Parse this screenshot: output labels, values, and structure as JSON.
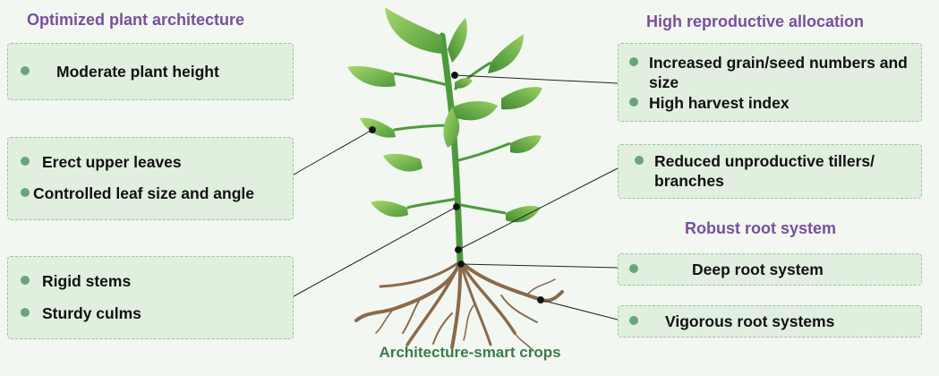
{
  "headings": {
    "architecture": "Optimized plant architecture",
    "reproductive": "High reproductive allocation",
    "root": "Robust root system"
  },
  "left_boxes": {
    "height": {
      "items": [
        "Moderate plant height"
      ]
    },
    "leaves": {
      "items": [
        "Erect upper leaves",
        "Controlled leaf size and angle"
      ]
    },
    "stems": {
      "items": [
        "Rigid stems",
        "Sturdy culms"
      ]
    }
  },
  "right_boxes": {
    "grain": {
      "items": [
        "Increased grain/seed numbers and size",
        "High harvest index"
      ]
    },
    "tillers": {
      "items": [
        "Reduced unproductive tillers/ branches"
      ]
    },
    "deep_root": {
      "items": [
        "Deep root system"
      ]
    },
    "vigorous_root": {
      "items": [
        "Vigorous root systems"
      ]
    }
  },
  "caption": "Architecture-smart crops",
  "colors": {
    "heading": "#7a4f9a",
    "caption": "#3d7a4e",
    "box_fill": "#e1efdf",
    "box_border": "#9cc49a",
    "bullet": "#6aa57a",
    "leaf": "#7fc24e",
    "stem": "#4c9a3c",
    "root": "#8a6a4b"
  },
  "icons": [
    "plant-illustration",
    "root-illustration",
    "bullet-dot-icon"
  ]
}
